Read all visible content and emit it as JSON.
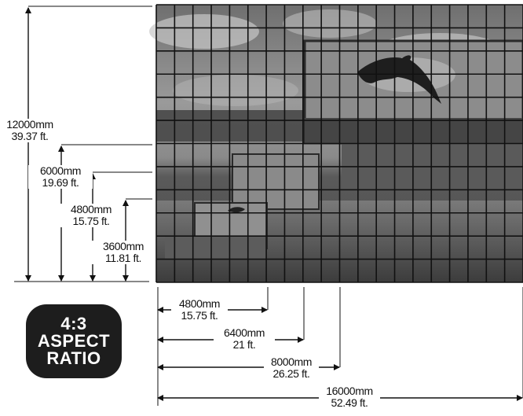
{
  "badge": {
    "line1": "4:3",
    "line2": "ASPECT",
    "line3": "RATIO"
  },
  "heights": [
    {
      "metric": "12000mm",
      "imperial": "39.37 ft."
    },
    {
      "metric": "6000mm",
      "imperial": "19.69 ft."
    },
    {
      "metric": "4800mm",
      "imperial": "15.75 ft."
    },
    {
      "metric": "3600mm",
      "imperial": "11.81 ft."
    }
  ],
  "widths": [
    {
      "metric": "4800mm",
      "imperial": "15.75 ft."
    },
    {
      "metric": "6400mm",
      "imperial": "21 ft."
    },
    {
      "metric": "8000mm",
      "imperial": "26.25 ft."
    },
    {
      "metric": "16000mm",
      "imperial": "52.49 ft."
    }
  ],
  "screen": {
    "columns": 20,
    "rows": 12,
    "image": "dolphin-seascape-photo"
  },
  "colors": {
    "line": "#111111",
    "badge": "#1d1d1d",
    "badge_text": "#ffffff"
  }
}
